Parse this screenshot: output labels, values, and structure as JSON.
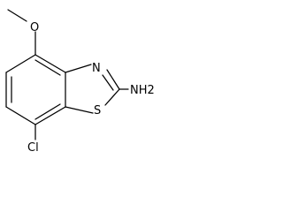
{
  "molecule": {
    "atoms": {
      "oxygen": "O",
      "nitrogen": "N",
      "sulfur": "S",
      "amine": "NH2",
      "chlorine": "Cl"
    }
  }
}
